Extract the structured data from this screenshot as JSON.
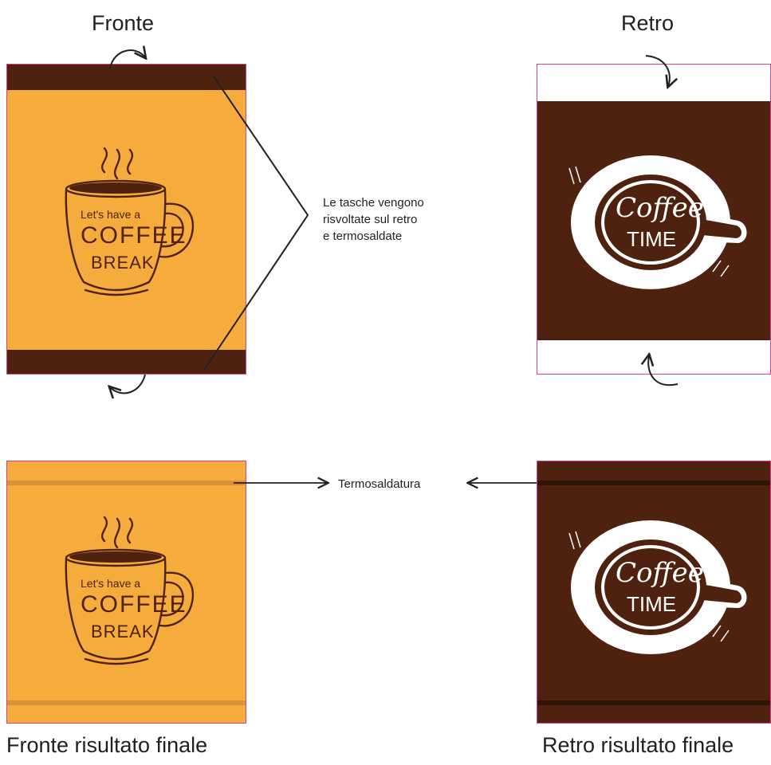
{
  "titles": {
    "front": "Fronte",
    "back": "Retro",
    "front_final": "Fronte risultato finale",
    "back_final": "Retro risultato finale"
  },
  "notes": {
    "fold_line1": "Le tasche vengono",
    "fold_line2": "risvoltate sul retro",
    "fold_line3": "e termosaldate",
    "seal": "Termosaldatura"
  },
  "front_mug": {
    "line1": "Let's have a",
    "line2": "COFFEE",
    "line3": "BREAK"
  },
  "back_cup": {
    "line1": "Coffee",
    "line2": "TIME"
  },
  "colors": {
    "orange": "#f6ac3c",
    "dark_brown": "#4f2210",
    "trim_pink": "#d9418f",
    "seal_band_front": "#d7913a",
    "seal_band_back": "#2e1508",
    "white": "#ffffff"
  }
}
